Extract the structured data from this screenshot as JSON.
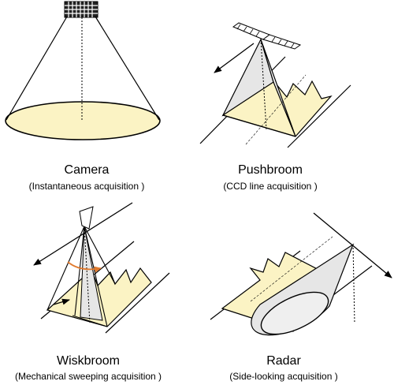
{
  "panels": {
    "camera": {
      "title": "Camera",
      "subtitle": "(Instantaneous acquisition )"
    },
    "pushbroom": {
      "title": "Pushbroom",
      "subtitle": "(CCD line acquisition )"
    },
    "wiskbroom": {
      "title": "Wiskbroom",
      "subtitle": "(Mechanical sweeping acquisition )"
    },
    "radar": {
      "title": "Radar",
      "subtitle": "(Side-looking acquisition )"
    }
  },
  "colors": {
    "footprint_fill": "#fbf3c4",
    "beam_fill": "#e6e6e6",
    "sweep_arrow": "#e07a2e",
    "line": "#000000"
  }
}
